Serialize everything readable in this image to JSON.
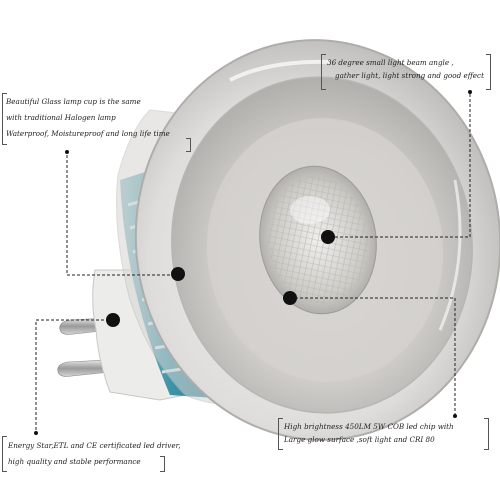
{
  "annotations": {
    "beam": {
      "line1": "36 degree small light beam angle ,",
      "line2": "gather light, light strong and good effect"
    },
    "glass": {
      "line1": "Beautiful Glass lamp cup is the same",
      "line2": "with traditional Halogen lamp",
      "line3": "Waterproof, Moistureproof and long life time"
    },
    "driver": {
      "line1": "Energy Star,ETL and CE certificated led driver,",
      "line2": "high quality and stable performance"
    },
    "chip": {
      "line1": "High brightness 450LM 5W COB led chip with",
      "line2": "Large glow surface ,soft light and CRI 80"
    }
  },
  "colors": {
    "glass": "#d8d8d6",
    "reflector_inner": "#c9c7c3",
    "heatsink_blue": "#3e93a8",
    "marker": "#111111"
  }
}
